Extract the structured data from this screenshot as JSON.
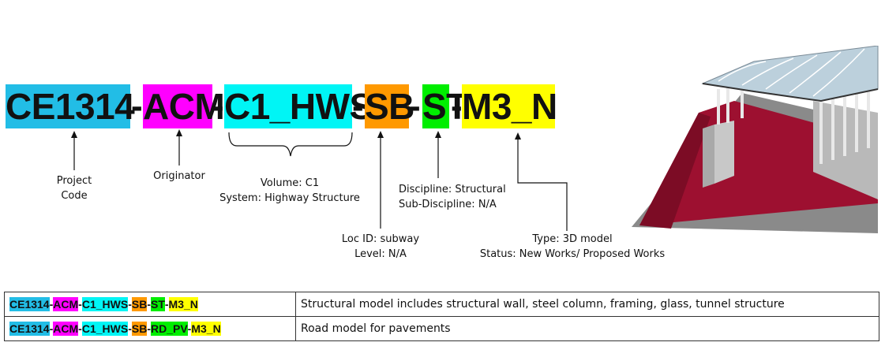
{
  "code": {
    "segments": [
      {
        "text": "CE1314",
        "color": "#22bde6"
      },
      {
        "text": "ACM",
        "color": "#ff00ff"
      },
      {
        "text": "C1_HWS",
        "color": "#00f5f5"
      },
      {
        "text": "SB",
        "color": "#ff9900"
      },
      {
        "text": "ST",
        "color": "#00ee00"
      },
      {
        "text": "M3_N",
        "color": "#ffff00"
      }
    ],
    "separator": "-"
  },
  "labels": {
    "project": [
      "Project",
      "Code"
    ],
    "originator": [
      "Originator"
    ],
    "volume": [
      "Volume: C1",
      "System: Highway Structure"
    ],
    "discipline": [
      "Discipline: Structural",
      "Sub-Discipline: N/A"
    ],
    "location": [
      "Loc ID: subway",
      "Level: N/A"
    ],
    "type": [
      "Type: 3D model",
      "Status: New Works/ Proposed Works"
    ]
  },
  "table": {
    "rows": [
      {
        "code_parts": [
          {
            "text": "CE1314",
            "color": "#22bde6"
          },
          {
            "text": "ACM",
            "color": "#ff00ff"
          },
          {
            "text": "C1_HWS",
            "color": "#00f5f5"
          },
          {
            "text": "SB",
            "color": "#ff9900"
          },
          {
            "text": "ST",
            "color": "#00ee00"
          },
          {
            "text": "M3_N",
            "color": "#ffff00"
          }
        ],
        "description": "Structural model includes structural wall, steel column, framing, glass, tunnel structure"
      },
      {
        "code_parts": [
          {
            "text": "CE1314",
            "color": "#22bde6"
          },
          {
            "text": "ACM",
            "color": "#ff00ff"
          },
          {
            "text": "C1_HWS",
            "color": "#00f5f5"
          },
          {
            "text": "SB",
            "color": "#ff9900"
          },
          {
            "text": "RD_PV",
            "color": "#00ee00"
          },
          {
            "text": "M3_N",
            "color": "#ffff00"
          }
        ],
        "description": "Road model for pavements"
      }
    ]
  }
}
